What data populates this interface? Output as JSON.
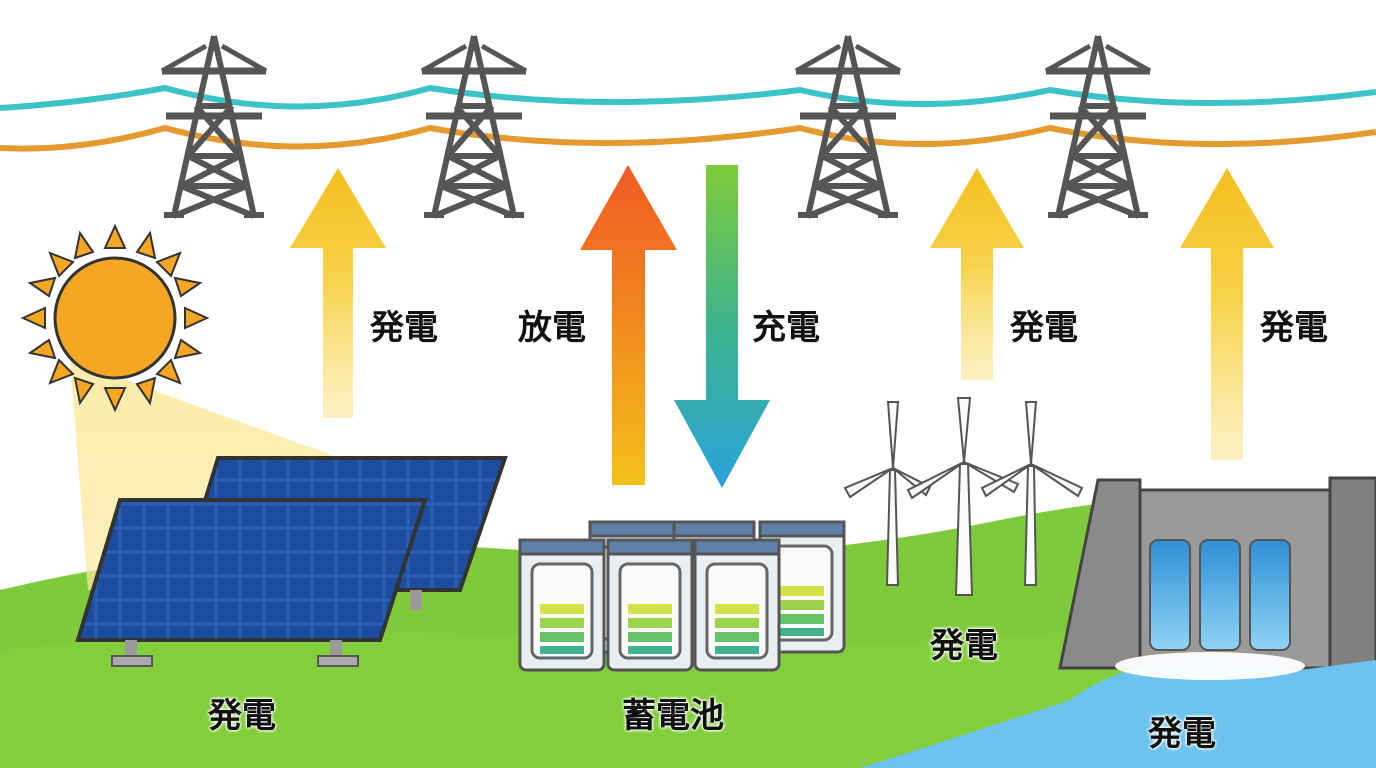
{
  "labels": {
    "solar_up": "発電",
    "discharge": "放電",
    "charge": "充電",
    "wind_up": "発電",
    "hydro_up": "発電",
    "solar_bottom": "発電",
    "battery": "蓄電池",
    "wind_bottom": "発電",
    "hydro_bottom": "発電"
  },
  "colors": {
    "power_line_top": "#3cc3c8",
    "power_line_bottom": "#e59a2f",
    "tower": "#555555",
    "sun": "#f5a623",
    "grass": "#7fca3a",
    "panel": "#1f4f9c",
    "arrow_generate": "#f5c320",
    "arrow_discharge": "#f05a22",
    "arrow_charge": "#2aa7d8",
    "water": "#5ab8e8",
    "dam": "#8a8a8a"
  },
  "icons": [
    "transmission-tower-icon",
    "sun-icon",
    "solar-panel-icon",
    "battery-icon",
    "wind-turbine-icon",
    "hydro-dam-icon"
  ]
}
